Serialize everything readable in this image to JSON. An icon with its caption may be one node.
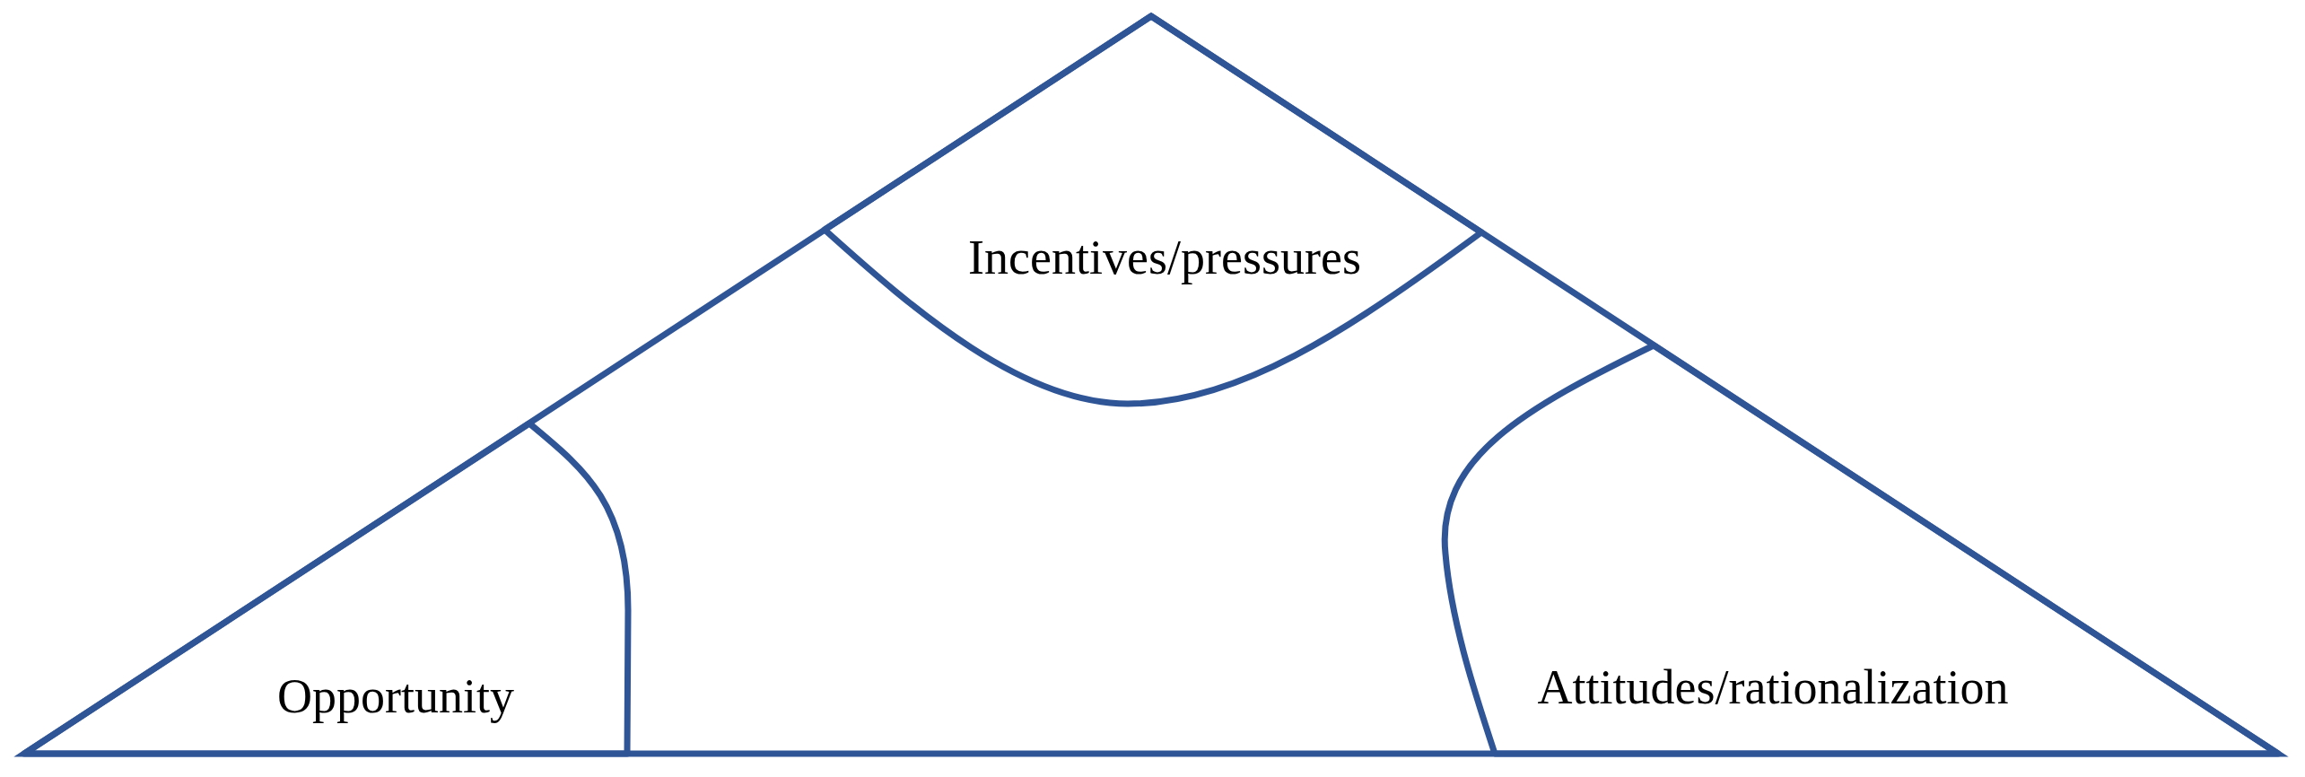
{
  "diagram": {
    "nodes": [
      {
        "text": [],
        "shape": "triangle"
      },
      {
        "text": [
          "Incentives/pressures"
        ],
        "in": 0
      },
      {
        "text": [
          "Opportunity"
        ],
        "in": 0
      },
      {
        "text": [
          "Attitudes/rationalization"
        ],
        "in": 0
      }
    ]
  }
}
